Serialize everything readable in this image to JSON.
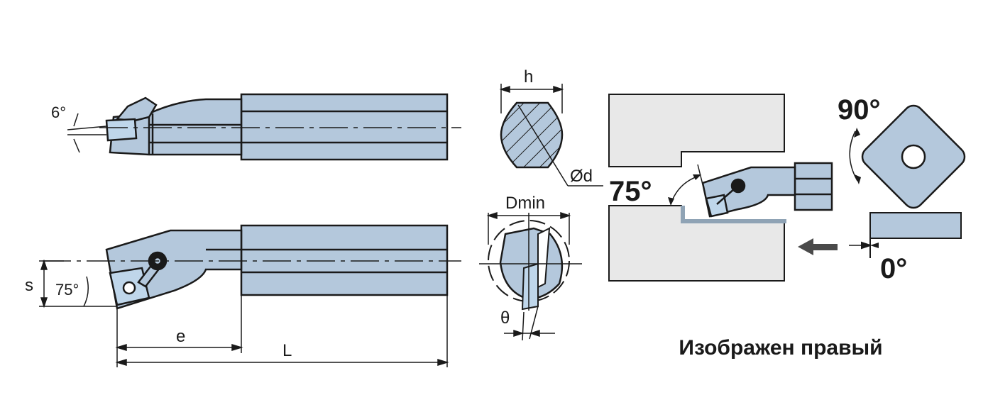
{
  "labels": {
    "angle_6": "6°",
    "dim_h": "h",
    "dim_d": "Ød",
    "dim_dmin": "Dmin",
    "theta": "θ",
    "dim_s": "s",
    "angle_75_small": "75°",
    "dim_e": "e",
    "dim_L": "L",
    "angle_75_big": "75°",
    "angle_90": "90°",
    "angle_0": "0°"
  },
  "caption": "Изображен правый",
  "colors": {
    "holder": "#b4c8dc",
    "insert": "#bfd6ea",
    "workpiece": "#e8e8e8",
    "outline": "#1a1a1a",
    "feed_path": "#8fa3b5"
  }
}
